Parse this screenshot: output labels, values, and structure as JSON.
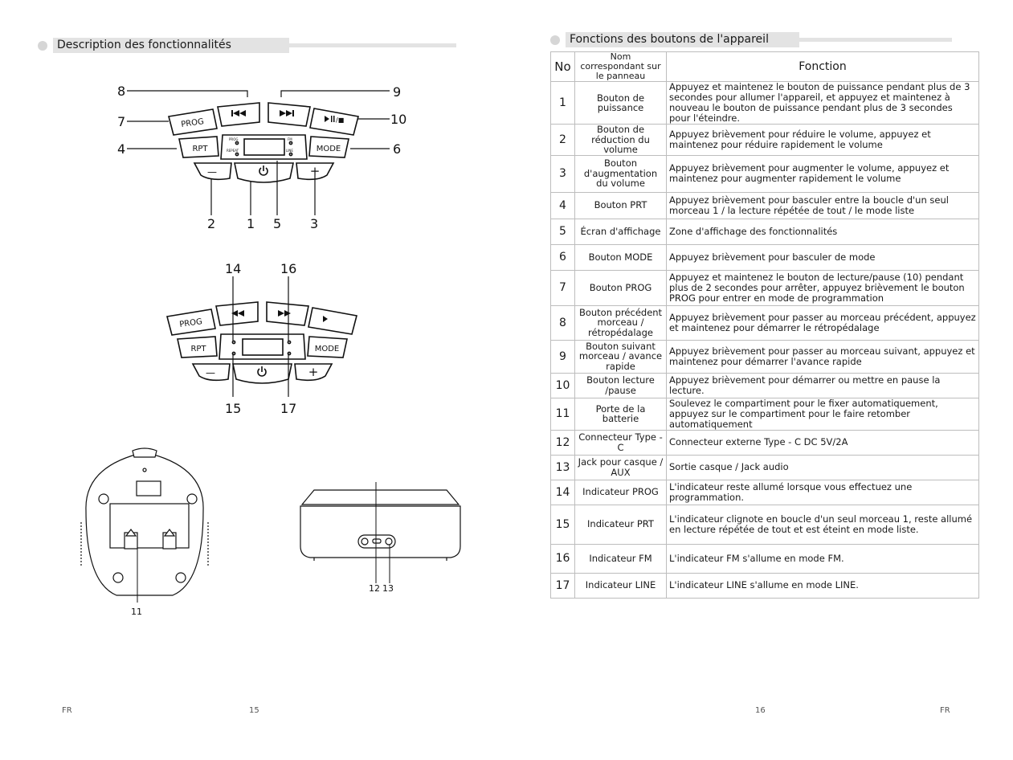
{
  "left": {
    "section_title": "Description des fonctionnalités",
    "footer_lang": "FR",
    "page_number": "15",
    "diagram1": {
      "buttons": {
        "prog": "PROG",
        "rpt": "RPT",
        "mode": "MODE",
        "minus": "—",
        "plus": "+"
      },
      "lcd_labels": {
        "prog": "PROG",
        "repeat": "REPEAT",
        "fm": "FM",
        "line": "LINE"
      },
      "callouts": {
        "c1": "1",
        "c2": "2",
        "c3": "3",
        "c4": "4",
        "c5": "5",
        "c6": "6",
        "c7": "7",
        "c8": "8",
        "c9": "9",
        "c10": "10"
      }
    },
    "diagram2": {
      "buttons": {
        "prog": "PROG",
        "rpt": "RPT",
        "mode": "MODE",
        "minus": "—",
        "plus": "+"
      },
      "callouts": {
        "c14": "14",
        "c15": "15",
        "c16": "16",
        "c17": "17"
      }
    },
    "diagram3": {
      "callouts": {
        "c11": "11",
        "c12": "12",
        "c13": "13"
      }
    }
  },
  "right": {
    "section_title": "Fonctions des boutons de l'appareil",
    "footer_lang": "FR",
    "page_number": "16",
    "table": {
      "headers": {
        "no": "No",
        "name": "Nom correspondant sur le panneau",
        "function": "Fonction"
      },
      "rows": [
        {
          "no": "1",
          "name": "Bouton de puissance",
          "function": "Appuyez et maintenez le bouton de puissance pendant plus de 3 secondes pour allumer l'appareil, et appuyez et maintenez à nouveau le bouton de puissance pendant plus de 3 secondes pour l'éteindre."
        },
        {
          "no": "2",
          "name": "Bouton de réduction du volume",
          "function": "Appuyez brièvement pour réduire le volume, appuyez et maintenez pour réduire rapidement le volume"
        },
        {
          "no": "3",
          "name": "Bouton d'augmentation du volume",
          "function": "Appuyez brièvement pour augmenter le volume, appuyez et maintenez pour augmenter rapidement le volume"
        },
        {
          "no": "4",
          "name": "Bouton PRT",
          "function": "Appuyez brièvement pour basculer entre la boucle d'un seul morceau 1 / la lecture répétée de tout / le mode liste"
        },
        {
          "no": "5",
          "name": "Écran d'affichage",
          "function": "Zone d'affichage des fonctionnalités"
        },
        {
          "no": "6",
          "name": "Bouton MODE",
          "function": "Appuyez brièvement pour basculer de mode"
        },
        {
          "no": "7",
          "name": "Bouton PROG",
          "function": "Appuyez et maintenez le bouton de lecture/pause (10) pendant plus de 2 secondes pour arrêter, appuyez brièvement le bouton PROG pour entrer en mode de programmation"
        },
        {
          "no": "8",
          "name": "Bouton précédent morceau / rétropédalage",
          "function": "Appuyez brièvement pour passer au morceau précédent, appuyez et maintenez pour démarrer le rétropédalage"
        },
        {
          "no": "9",
          "name": "Bouton suivant morceau / avance rapide",
          "function": "Appuyez brièvement pour passer au morceau suivant, appuyez et maintenez pour démarrer l'avance rapide"
        },
        {
          "no": "10",
          "name": "Bouton lecture /pause",
          "function": "Appuyez brièvement pour démarrer ou mettre en pause la lecture."
        },
        {
          "no": "11",
          "name": "Porte de la batterie",
          "function": "Soulevez le compartiment pour le fixer automatiquement, appuyez sur le compartiment pour le faire retomber automatiquement"
        },
        {
          "no": "12",
          "name": "Connecteur Type - C",
          "function": "Connecteur externe Type - C DC 5V/2A"
        },
        {
          "no": "13",
          "name": "Jack pour casque / AUX",
          "function": "Sortie casque / Jack audio"
        },
        {
          "no": "14",
          "name": "Indicateur PROG",
          "function": "L'indicateur reste allumé lorsque vous effectuez une programmation."
        },
        {
          "no": "15",
          "name": "Indicateur PRT",
          "function": "L'indicateur clignote en boucle d'un seul morceau 1, reste allumé en lecture répétée de tout et est éteint en mode liste."
        },
        {
          "no": "16",
          "name": "Indicateur FM",
          "function": "L'indicateur FM s'allume en mode FM."
        },
        {
          "no": "17",
          "name": "Indicateur LINE",
          "function": "L'indicateur LINE s'allume en mode LINE."
        }
      ]
    }
  }
}
